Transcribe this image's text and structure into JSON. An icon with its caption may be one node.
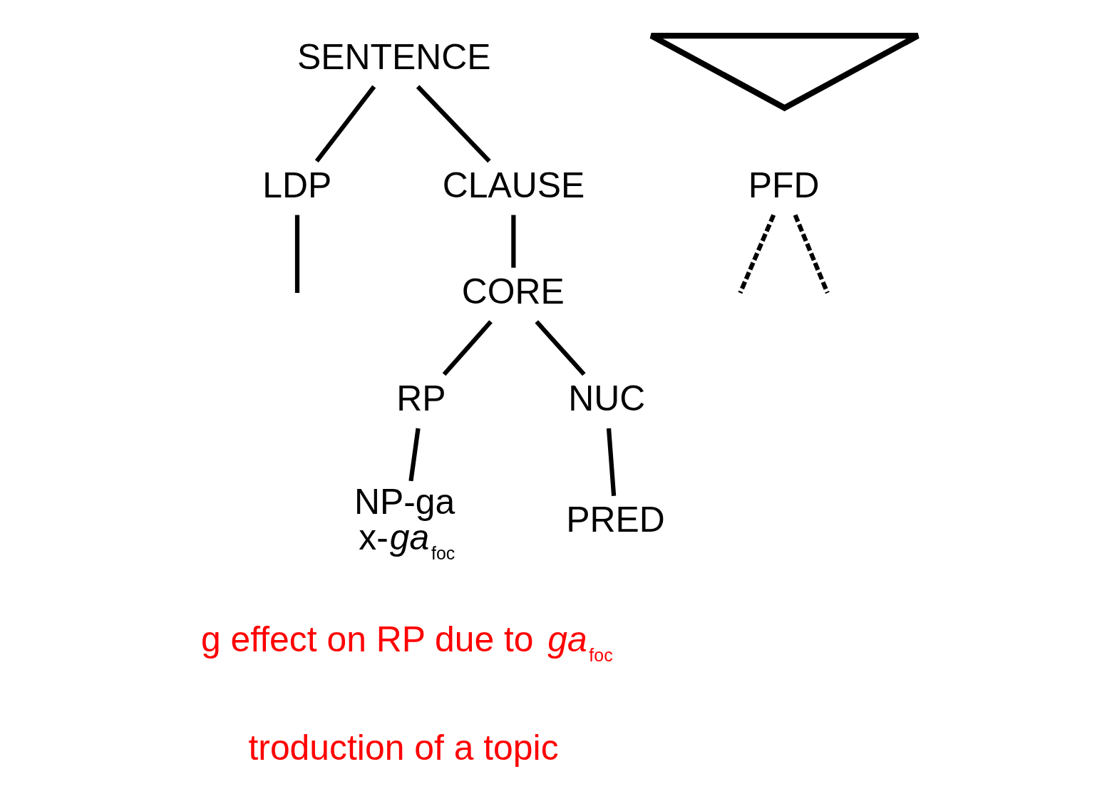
{
  "diagram": {
    "nodes": [
      {
        "text": [
          "SENTENCE"
        ]
      },
      {
        "text": [
          "LDP"
        ]
      },
      {
        "text": [
          "CLAUSE"
        ]
      },
      {
        "text": [
          "CORE"
        ]
      },
      {
        "text": [
          "RP"
        ]
      },
      {
        "text": [
          "NUC"
        ]
      },
      {
        "text": [
          "NP-ga",
          "x-*ga*$_{foc}$"
        ]
      },
      {
        "text": [
          "PRED"
        ]
      },
      {
        "text": [],
        "shape": "triangle"
      },
      {
        "text": [
          "PFD"
        ]
      }
    ],
    "edges": [
      {
        "from": 0,
        "to": 1,
        "arrow": "none"
      },
      {
        "from": 0,
        "to": 2,
        "arrow": "none"
      },
      {
        "from": 1,
        "to": null,
        "arrow": "none"
      },
      {
        "from": 2,
        "to": 3,
        "arrow": "none"
      },
      {
        "from": 3,
        "to": 4,
        "arrow": "none"
      },
      {
        "from": 3,
        "to": 5,
        "arrow": "none"
      },
      {
        "from": 4,
        "to": 6,
        "arrow": "none"
      },
      {
        "from": 5,
        "to": 7,
        "arrow": "none"
      },
      {
        "from": 9,
        "to": null,
        "arrow": "none",
        "style": "dashed"
      },
      {
        "from": 9,
        "to": null,
        "arrow": "none",
        "style": "dashed"
      }
    ],
    "labels": [
      "g effect on RP due to *ga*$_{foc}$",
      "troduction of a topic"
    ]
  }
}
